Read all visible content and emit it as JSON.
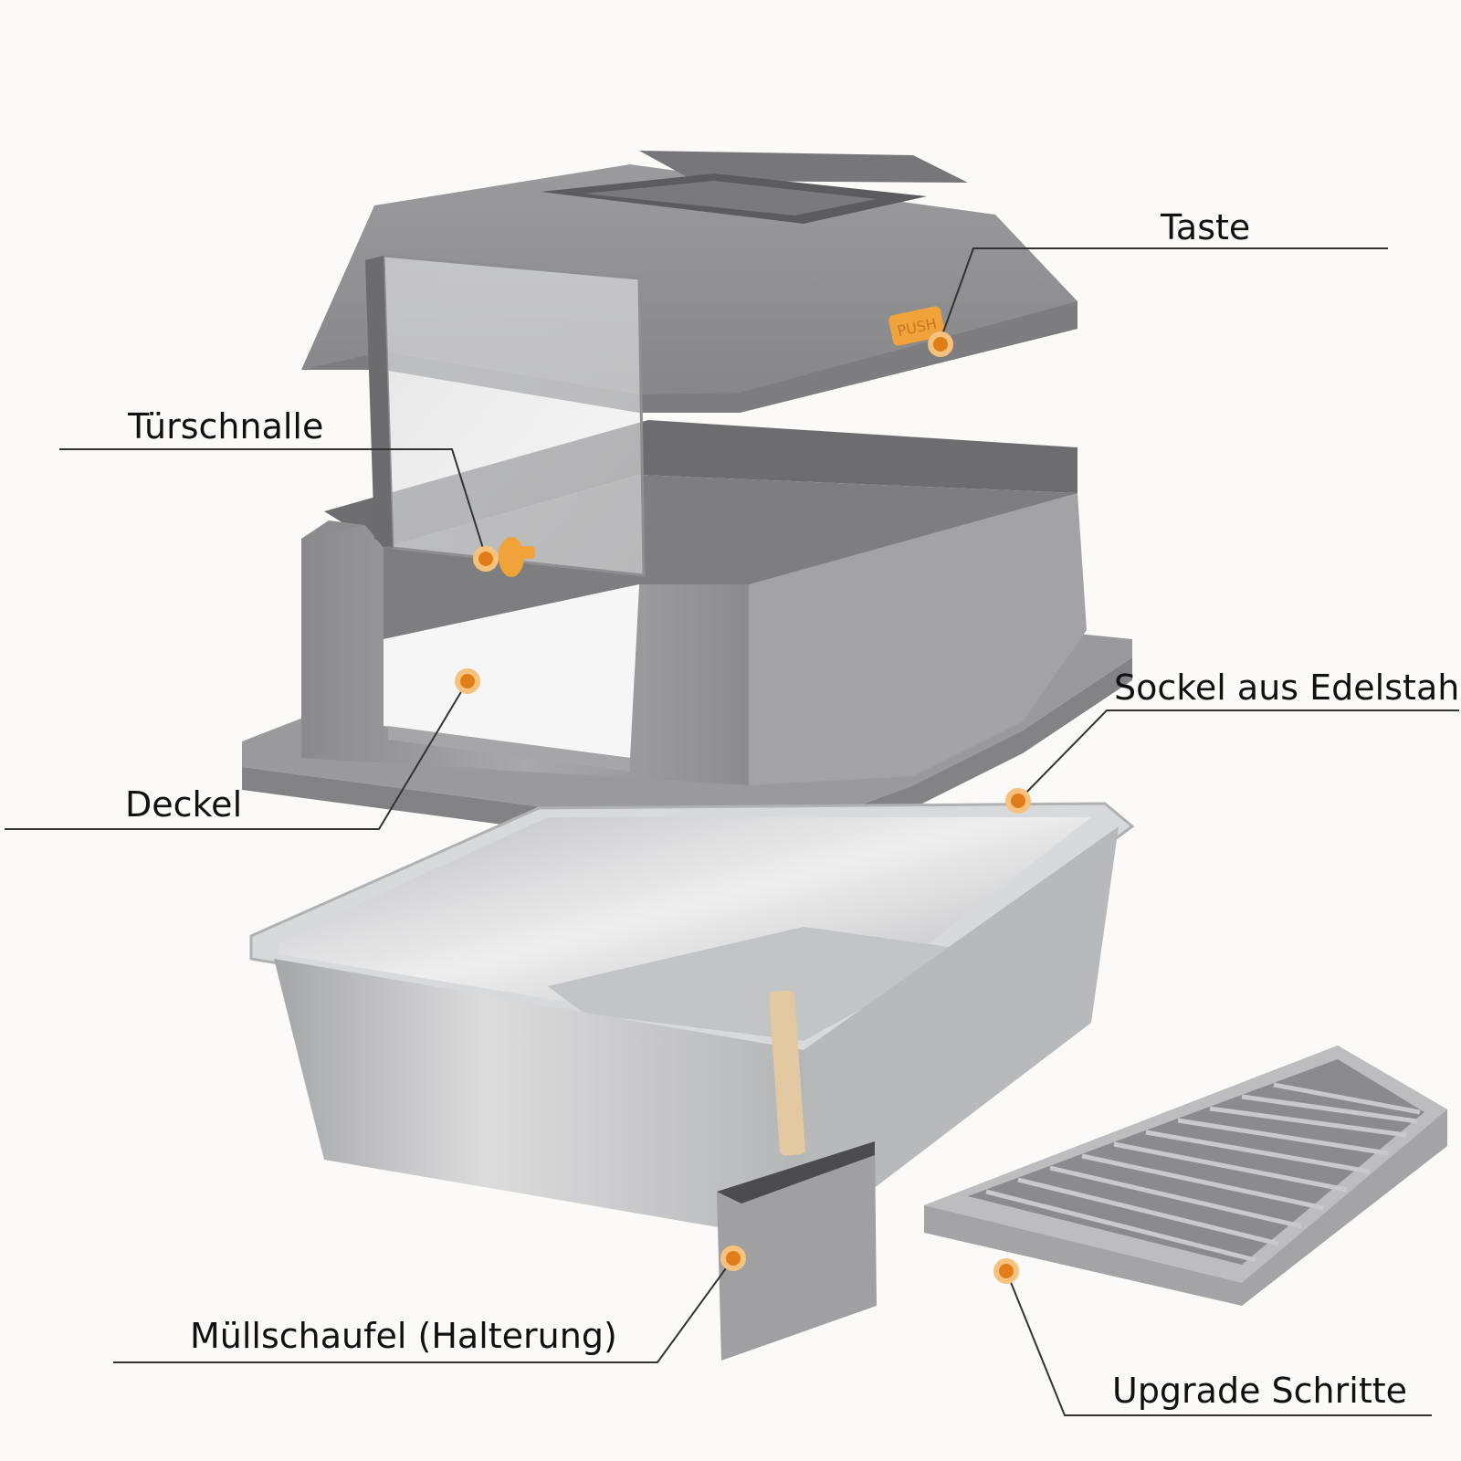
{
  "labels": {
    "taste": "Taste",
    "tuerschnalle": "Türschnalle",
    "deckel": "Deckel",
    "sockel": "Sockel aus Edelstahl",
    "muellschaufel": "Müllschaufel (Halterung)",
    "upgrade": "Upgrade Schritte"
  },
  "button_text": "PUSH",
  "colors": {
    "background": "#fbfaf8",
    "plastic_gray": "#8e8e90",
    "plastic_light": "#a7a7a9",
    "steel": "#c9cacc",
    "accent_orange": "#f0a33a",
    "dot_orange": "#e07d1a",
    "leader_line": "#333333"
  }
}
